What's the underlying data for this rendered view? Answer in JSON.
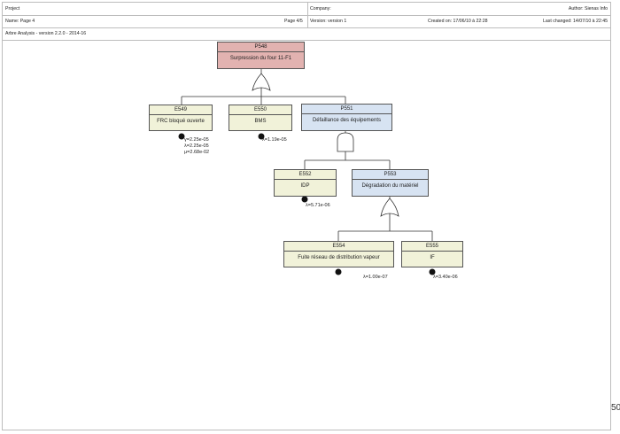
{
  "header": {
    "project_label": "Project",
    "company_label": "Company:",
    "author": "Author: Sienas Info",
    "name": "Name: Page 4",
    "page": "Page 4/5",
    "version": "Version: version 1",
    "created": "Created on: 17/06/10 à 22:28",
    "changed": "Last changed: 14/07/10 à 22:45",
    "app": "Arbre Analysis - version 2.2.0 - 2014-16"
  },
  "nodes": {
    "p548": {
      "id": "P548",
      "desc": "Surpression du four 11-F1"
    },
    "e549": {
      "id": "E549",
      "desc": "FRC bloqué ouverte",
      "vals": [
        "γ=2.25e-05",
        "λ=2.25e-05",
        "μ=2.68e-02"
      ]
    },
    "e550": {
      "id": "E550",
      "desc": "BMS",
      "vals": [
        "λ=1.19e-05"
      ]
    },
    "p551": {
      "id": "P551",
      "desc": "Défaillance des équipements"
    },
    "e552": {
      "id": "E552",
      "desc": "IDP",
      "vals": [
        "λ=5.71e-06"
      ]
    },
    "p553": {
      "id": "P553",
      "desc": "Dégradation du matériel"
    },
    "e554": {
      "id": "E554",
      "desc": "Fuite réseau de distribution vapeur",
      "vals": [
        "λ=1.00e-07"
      ]
    },
    "e555": {
      "id": "E555",
      "desc": "IF",
      "vals": [
        "λ=3.40e-06"
      ]
    }
  },
  "gates": {
    "g548": "OR",
    "g551": "AND",
    "g553": "OR"
  },
  "side_number": "50",
  "colors": {
    "top_event": "#e2b2b0",
    "intermediate_event": "#d7e3f2",
    "basic_event": "#f1f2d9"
  }
}
